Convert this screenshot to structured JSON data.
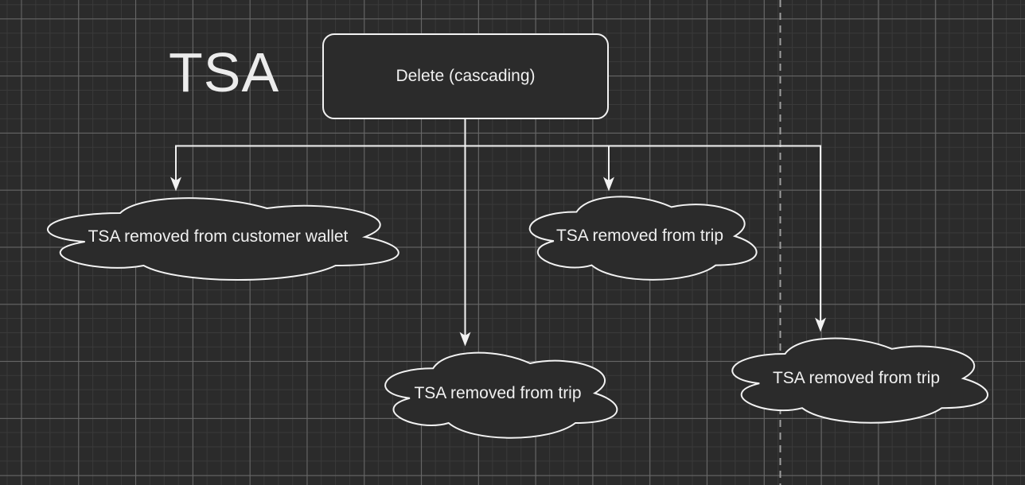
{
  "title": "TSA",
  "root_node": {
    "label": "Delete (cascading)"
  },
  "clouds": [
    {
      "id": "wallet",
      "label": "TSA removed from customer wallet"
    },
    {
      "id": "trip-upper",
      "label": "TSA removed from trip"
    },
    {
      "id": "trip-lower-center",
      "label": "TSA removed from trip"
    },
    {
      "id": "trip-lower-right",
      "label": "TSA removed from trip"
    }
  ],
  "edges": [
    {
      "from": "Delete (cascading)",
      "to": "TSA removed from customer wallet"
    },
    {
      "from": "Delete (cascading)",
      "to": "TSA removed from trip (upper)"
    },
    {
      "from": "Delete (cascading)",
      "to": "TSA removed from trip (lower center)"
    },
    {
      "from": "Delete (cascading)",
      "to": "TSA removed from trip (lower right)"
    }
  ],
  "colors": {
    "background": "#2b2b2b",
    "grid_minor": "#3a3a3a",
    "grid_major": "#6a6a6a",
    "shape_fill": "#2b2b2b",
    "shape_stroke": "#f2f2f2",
    "edge_stroke": "#f2f2f2",
    "text": "#f0f0f0",
    "page_divider": "#9e9e9e"
  }
}
